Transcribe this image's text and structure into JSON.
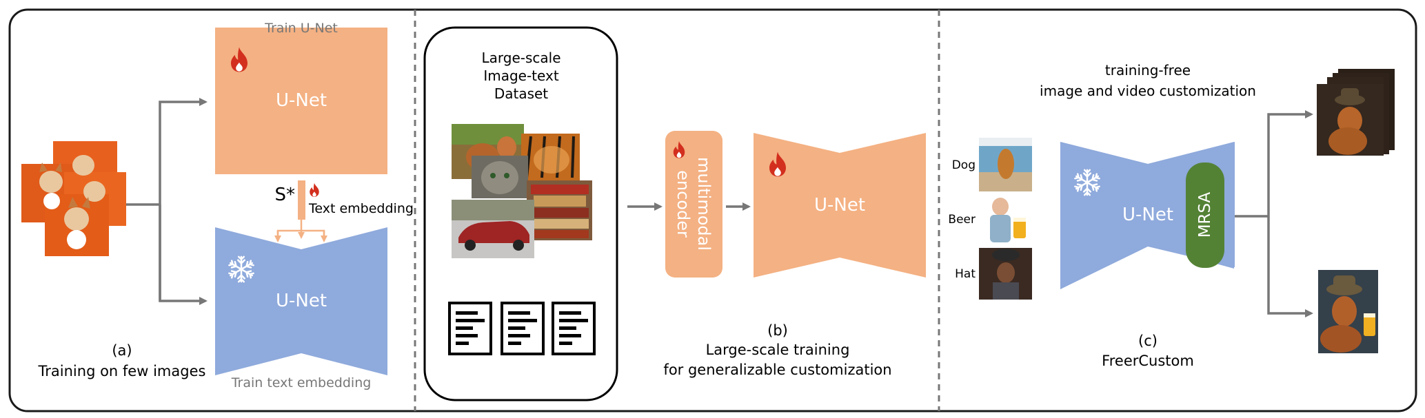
{
  "panel_a": {
    "caption_letter": "(a)",
    "caption": "Training on few images",
    "top_unet_label": "Train U-Net",
    "top_unet_text": "U-Net",
    "bottom_unet_text": "U-Net",
    "bottom_unet_label": "Train text embedding",
    "token": "S*",
    "text_embedding_label": "Text embedding"
  },
  "panel_b": {
    "dataset_title_1": "Large-scale",
    "dataset_title_2": "Image-text",
    "dataset_title_3": "Dataset",
    "encoder_label_1": "multimodal",
    "encoder_label_2": "encoder",
    "unet_text": "U-Net",
    "caption_letter": "(b)",
    "caption_1": "Large-scale training",
    "caption_2": "for generalizable customization"
  },
  "panel_c": {
    "title_1": "training-free",
    "title_2": "image and video customization",
    "concepts": [
      "Dog",
      "Beer",
      "Hat"
    ],
    "unet_text": "U-Net",
    "mrsa_label": "MRSA",
    "caption_letter": "(c)",
    "caption": "FreerCustom"
  },
  "colors": {
    "trainable_unet": "#F4B183",
    "frozen_unet": "#8FAADC",
    "mrsa": "#548235",
    "fire": "#D32F1E",
    "arrow": "#777777"
  },
  "icons": [
    "fire-icon",
    "snowflake-icon",
    "document-icon"
  ]
}
